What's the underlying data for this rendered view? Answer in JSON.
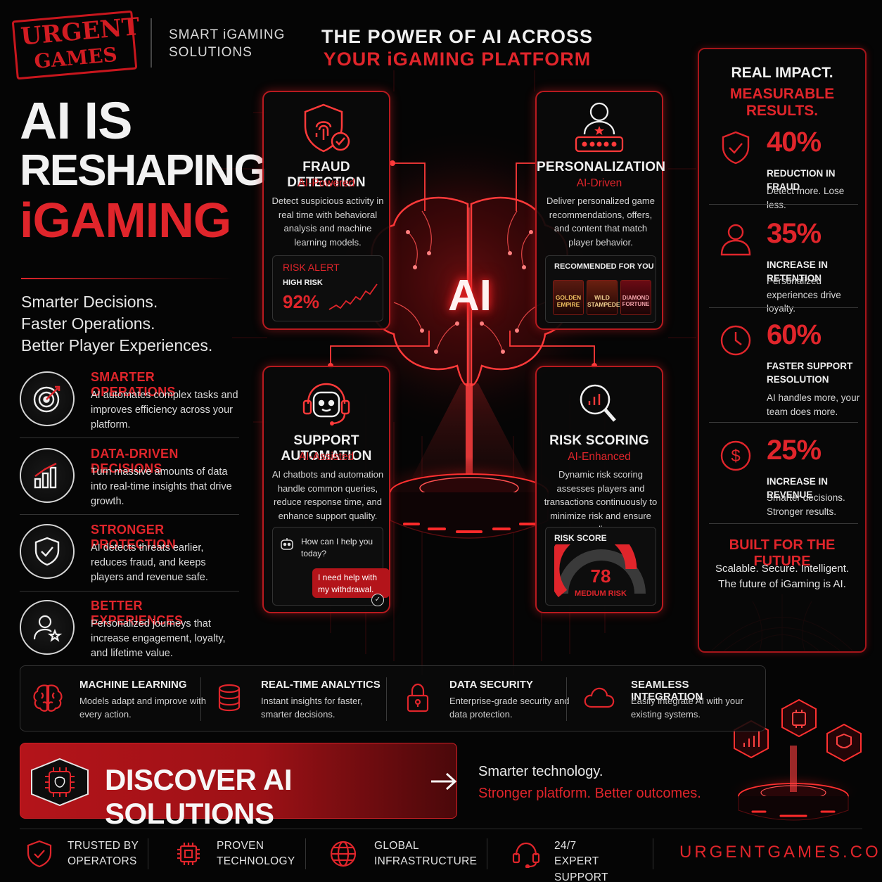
{
  "brand": {
    "logo_line1": "URGENT",
    "logo_line2": "GAMES",
    "tagline_line1": "SMART iGAMING",
    "tagline_line2": "SOLUTIONS"
  },
  "header": {
    "title_line1": "THE POWER OF AI ACROSS",
    "title_line2": "YOUR iGAMING PLATFORM"
  },
  "hero": {
    "line1": "AI IS",
    "line2": "RESHAPING",
    "line3": "iGAMING",
    "sub1": "Smarter Decisions.",
    "sub2": "Faster Operations.",
    "sub3": "Better Player Experiences."
  },
  "benefits": [
    {
      "title": "SMARTER OPERATIONS",
      "desc": "AI automates complex tasks and improves efficiency across your platform.",
      "icon": "target-icon"
    },
    {
      "title": "DATA-DRIVEN DECISIONS",
      "desc": "Turn massive amounts of data into real-time insights that drive growth.",
      "icon": "bar-chart-icon"
    },
    {
      "title": "STRONGER PROTECTION",
      "desc": "AI detects threats earlier, reduces fraud, and keeps players and revenue safe.",
      "icon": "shield-check-icon"
    },
    {
      "title": "BETTER EXPERIENCES",
      "desc": "Personalized journeys that increase engagement, loyalty, and lifetime value.",
      "icon": "user-star-icon"
    }
  ],
  "center": {
    "ai_label": "AI",
    "fraud": {
      "title": "FRAUD DETECTION",
      "subtitle": "AI-Powered",
      "desc": "Detect suspicious activity in real time with behavioral analysis and machine learning models.",
      "alert_label": "RISK ALERT",
      "risk_level": "HIGH RISK",
      "risk_value": "92%"
    },
    "personalization": {
      "title": "PERSONALIZATION",
      "subtitle": "AI-Driven",
      "desc": "Deliver personalized game recommendations, offers, and content that match player behavior.",
      "rec_label": "RECOMMENDED FOR YOU",
      "games": [
        {
          "line1": "GOLDEN",
          "line2": "EMPIRE"
        },
        {
          "line1": "WILD",
          "line2": "STAMPEDE"
        },
        {
          "line1": "DIAMOND",
          "line2": "FORTUNE"
        }
      ]
    },
    "support": {
      "title": "SUPPORT AUTOMATION",
      "subtitle": "AI-Assisted",
      "desc": "AI chatbots and automation handle common queries, reduce response time, and enhance support quality.",
      "bot_msg": "How can I help you today?",
      "user_msg": "I need help with my withdrawal."
    },
    "risk": {
      "title": "RISK SCORING",
      "subtitle": "AI-Enhanced",
      "desc": "Dynamic risk scoring assesses players and transactions continuously to minimize risk and ensure compliance.",
      "score_label": "RISK SCORE",
      "score": "78",
      "score_level": "MEDIUM RISK",
      "score_fraction": 0.78
    }
  },
  "impact": {
    "title1": "REAL IMPACT.",
    "title2": "MEASURABLE RESULTS.",
    "stats": [
      {
        "value": "40%",
        "label": "REDUCTION IN FRAUD",
        "desc": "Detect more. Lose less.",
        "icon": "shield-check-icon"
      },
      {
        "value": "35%",
        "label": "INCREASE IN RETENTION",
        "desc": "Personalized experiences drive loyalty.",
        "icon": "user-icon"
      },
      {
        "value": "60%",
        "label": "FASTER SUPPORT RESOLUTION",
        "desc": "AI handles more, your team does more.",
        "icon": "clock-icon"
      },
      {
        "value": "25%",
        "label": "INCREASE IN REVENUE",
        "desc": "Smarter decisions. Stronger results.",
        "icon": "dollar-icon"
      }
    ],
    "future_title": "BUILT FOR THE FUTURE",
    "future_line1": "Scalable. Secure. Intelligent.",
    "future_line2": "The future of iGaming is AI."
  },
  "features": [
    {
      "title": "MACHINE LEARNING",
      "desc": "Models adapt and improve with every action.",
      "icon": "brain-icon"
    },
    {
      "title": "REAL-TIME ANALYTICS",
      "desc": "Instant insights for faster, smarter decisions.",
      "icon": "database-icon"
    },
    {
      "title": "DATA SECURITY",
      "desc": "Enterprise-grade security and data protection.",
      "icon": "lock-icon"
    },
    {
      "title": "SEAMLESS INTEGRATION",
      "desc": "Easily integrate AI with your existing systems.",
      "icon": "cloud-icon"
    }
  ],
  "cta": {
    "label": "DISCOVER AI SOLUTIONS",
    "sub1": "Smarter technology.",
    "sub2": "Stronger platform. Better outcomes."
  },
  "footer": {
    "items": [
      {
        "line1": "TRUSTED BY",
        "line2": "OPERATORS",
        "icon": "shield-check-icon"
      },
      {
        "line1": "PROVEN",
        "line2": "TECHNOLOGY",
        "icon": "chip-icon"
      },
      {
        "line1": "GLOBAL",
        "line2": "INFRASTRUCTURE",
        "icon": "globe-icon"
      },
      {
        "line1": "24/7",
        "line2": "EXPERT SUPPORT",
        "icon": "headset-icon"
      }
    ],
    "website": "URGENTGAMES.COM"
  },
  "colors": {
    "accent": "#e0252b",
    "background": "#050505",
    "text": "#e8e8e8"
  }
}
